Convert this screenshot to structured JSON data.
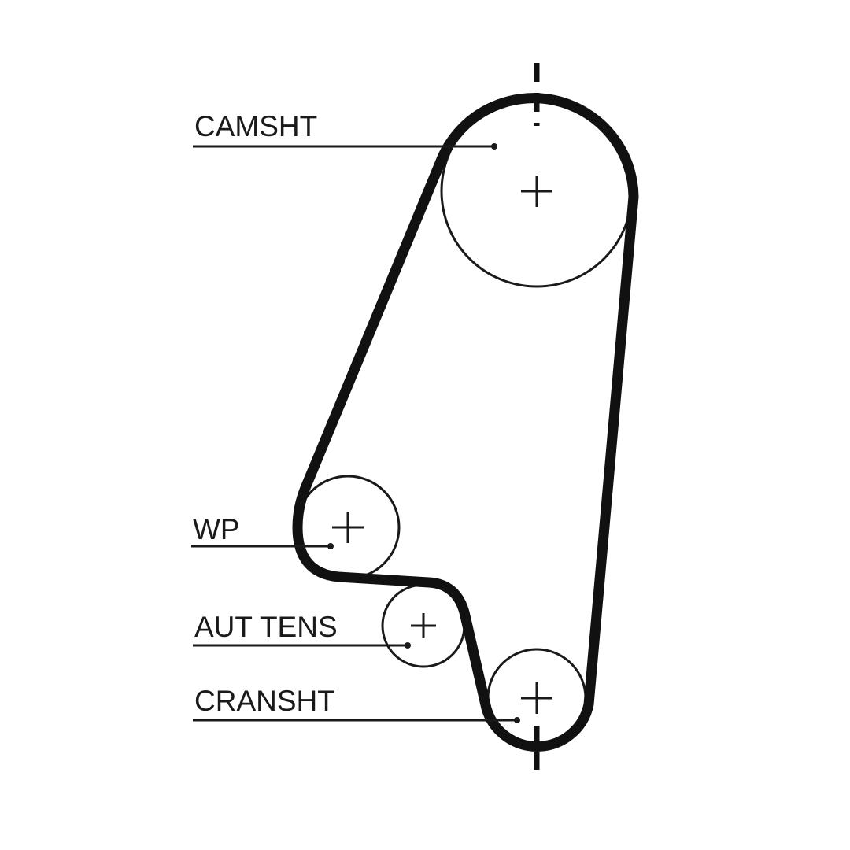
{
  "diagram": {
    "labels": {
      "camshaft": "CAMSHT",
      "water_pump": "WP",
      "auto_tensioner": "AUT TENS",
      "crankshaft": "CRANSHT"
    },
    "colors": {
      "belt": "#111111",
      "line": "#1a1a1a",
      "background": "#ffffff"
    }
  }
}
